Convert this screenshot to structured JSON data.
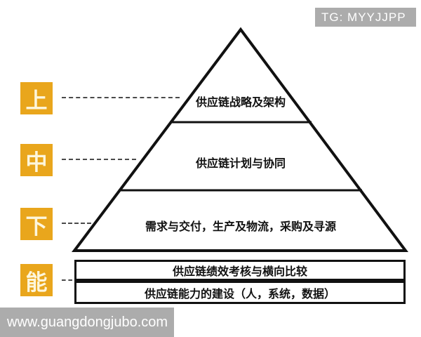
{
  "badge": {
    "text": "TG: MYYJJPP"
  },
  "watermark": {
    "text": "www.guangdongjubo.com"
  },
  "side_labels": [
    {
      "char": "上"
    },
    {
      "char": "中"
    },
    {
      "char": "下"
    },
    {
      "char": "能"
    }
  ],
  "pyramid": {
    "tiers": [
      {
        "label": "供应链战略及架构"
      },
      {
        "label": "供应链计划与协同"
      },
      {
        "label": "需求与交付，生产及物流，采购及寻源"
      }
    ]
  },
  "foundation": [
    {
      "label": "供应链绩效考核与横向比较"
    },
    {
      "label": "供应链能力的建设（人，系统，数据）"
    }
  ],
  "colors": {
    "accent": "#E9A61C",
    "badge_bg": "#ACACAC",
    "line": "#111111"
  }
}
